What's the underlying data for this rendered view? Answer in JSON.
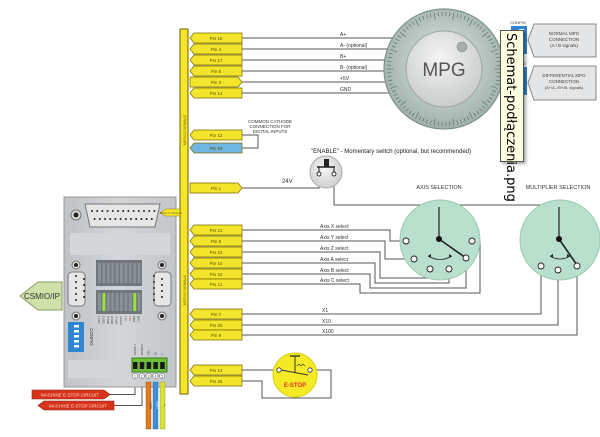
{
  "colors": {
    "bus_yellow": "#f5e62a",
    "pin_yellow": "#f3e52c",
    "pin_blue": "#6fb6e0",
    "wire": "#555555",
    "selector_green": "#b8e0cc",
    "estop_yellow": "#f4ea25",
    "estop_text": "#e0301e",
    "terminal_green": "#6cc03a",
    "machine_red": "#d8341c",
    "wire_orange": "#e27a22",
    "wire_blue": "#3f8fd6",
    "wire_yellow": "#d8e23a",
    "device_grey": "#c9ccd0",
    "dip_blue": "#2f86d0"
  },
  "device": {
    "name": "CSMIO/IP",
    "db25_label": "MPG/I-O SIGNALS",
    "can_in_label": "CAN BUS",
    "can_out_label": "CAN BUS",
    "config_label": "CONFIG",
    "led_labels": [
      "OUT 1",
      "OUT 2",
      "MPG A",
      "MPG B",
      "MPG X",
      "ESTOP",
      "IN 1",
      "IN 2",
      "PWR",
      "COM"
    ],
    "terminal_labels": [
      "ESTOP 1",
      "ESTOP 2",
      "24V",
      "0V",
      "+"
    ],
    "terminal_numbers": [
      "1",
      "2",
      "3",
      "4",
      "5"
    ]
  },
  "bus": {
    "label_top": "MPG/I-O SIGNALS",
    "label_bottom": "MPG/I-O SIGNALS"
  },
  "mpg_pins": [
    {
      "pin": "Pin 16",
      "signal": "A+"
    },
    {
      "pin": "Pin 4",
      "signal": "A- (optional)"
    },
    {
      "pin": "Pin 17",
      "signal": "B+"
    },
    {
      "pin": "Pin 5",
      "signal": "B- (optional)"
    },
    {
      "pin": "Pin 3",
      "signal": "+5V"
    },
    {
      "pin": "Pin 14",
      "signal": "GND"
    }
  ],
  "mpg": {
    "label": "MPG",
    "config_label": "CONFIG",
    "normal_connection": [
      "NORMAL MPG",
      "CONNECTION",
      "(A / B signals)"
    ],
    "differential_connection": [
      "DIFFERENTIAL MPG",
      "CONNECTION",
      "(A+/A- /B+/B- signals)"
    ]
  },
  "common_cathode": {
    "pins": [
      "Pin 12",
      "Pin 19"
    ],
    "note": [
      "COMMON CATHODE",
      "CONNECTION FOR",
      "DIGITAL INPUTS"
    ]
  },
  "enable": {
    "pin": "Pin 1",
    "voltage": "24V",
    "caption": "\"ENABLE\" - Momentary switch (optional, but recommended)"
  },
  "axis_selection": {
    "title": "AXIS SELECTION",
    "pins": [
      {
        "pin": "Pin 21",
        "signal": "Axis X select"
      },
      {
        "pin": "Pin 9",
        "signal": "Axis Y select"
      },
      {
        "pin": "Pin 22",
        "signal": "Axis Z select"
      },
      {
        "pin": "Pin 10",
        "signal": "Axis A select"
      },
      {
        "pin": "Pin 23",
        "signal": "Axis B select"
      },
      {
        "pin": "Pin 11",
        "signal": "Axis C select"
      }
    ]
  },
  "multiplier_selection": {
    "title": "MULTIPLIER SELECTION",
    "pins": [
      {
        "pin": "Pin 7",
        "signal": "X1"
      },
      {
        "pin": "Pin 20",
        "signal": "X10"
      },
      {
        "pin": "Pin 8",
        "signal": "X100"
      }
    ]
  },
  "estop": {
    "pins": [
      "Pin 13",
      "Pin 25"
    ],
    "label": "E-STOP"
  },
  "machine_estop": [
    "MACHINE E-STOP CIRCUIT",
    "MACHINE E-STOP CIRCUIT"
  ],
  "power_wires": [
    "+24V",
    "GND",
    "+"
  ],
  "tooltip": "Schemat-podłączenia.png"
}
